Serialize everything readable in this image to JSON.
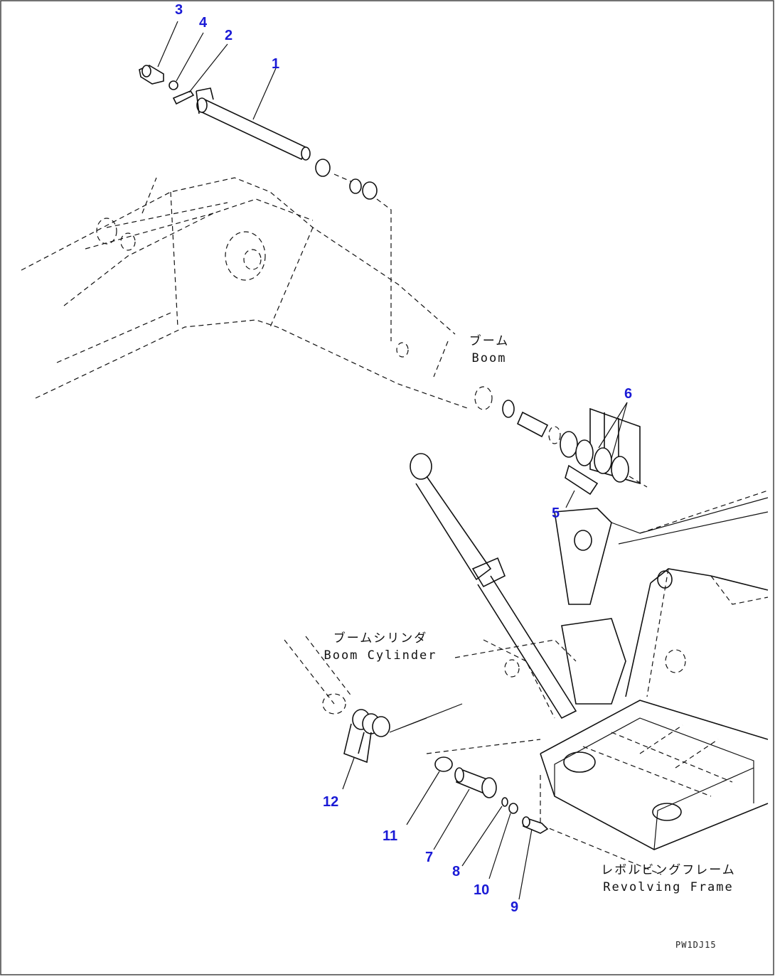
{
  "callouts": {
    "n1": "1",
    "n2": "2",
    "n3": "3",
    "n4": "4",
    "n5": "5",
    "n6": "6",
    "n7": "7",
    "n8": "8",
    "n9": "9",
    "n10": "10",
    "n11": "11",
    "n12": "12"
  },
  "labels": {
    "boom_jp": "ブーム",
    "boom_en": "Boom",
    "boom_cylinder_jp": "ブームシリンダ",
    "boom_cylinder_en": "Boom Cylinder",
    "revolving_frame_jp": "レボルビングフレーム",
    "revolving_frame_en": "Revolving Frame"
  },
  "drawing_code": "PW1DJ15",
  "colors": {
    "callout": "#1a1ad6",
    "line": "#111111",
    "border": "#444444"
  }
}
